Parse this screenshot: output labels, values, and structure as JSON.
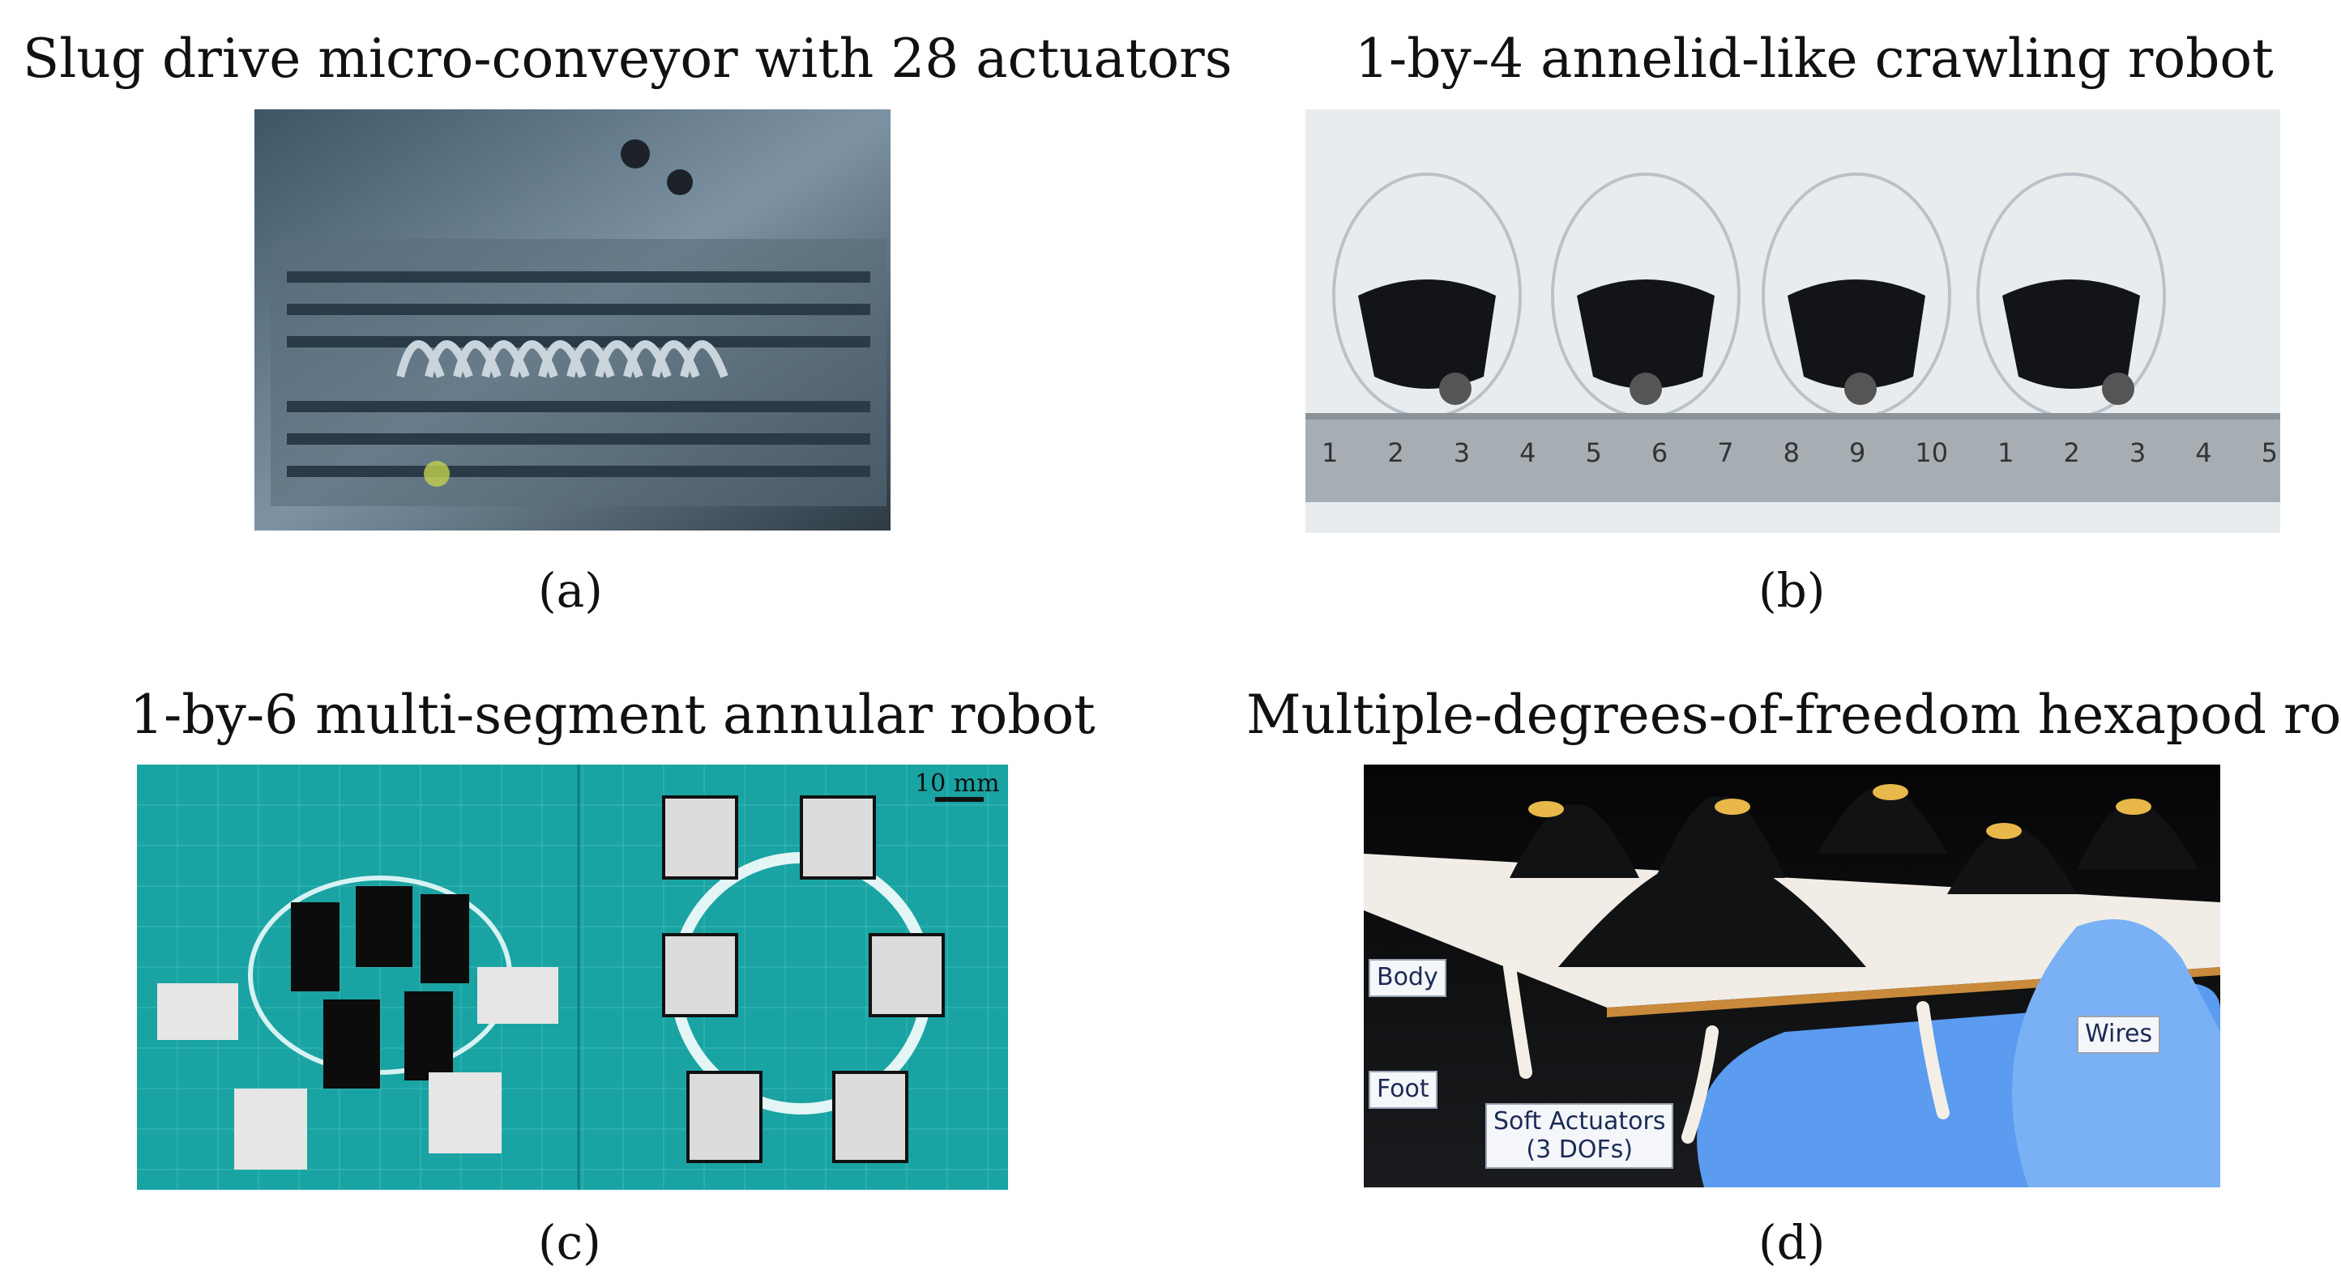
{
  "panels": {
    "a": {
      "title": "Slug drive micro-conveyor with 28 actuators",
      "caption": "(a)",
      "photo_icon": "microconveyor-photo"
    },
    "b": {
      "title": "1-by-4 annelid-like crawling robot",
      "caption": "(b)",
      "photo_icon": "crawling-robot-photo",
      "ruler_numbers": [
        "1",
        "2",
        "3",
        "4",
        "5",
        "6",
        "7",
        "8",
        "9",
        "10",
        "1",
        "2",
        "3",
        "4",
        "5"
      ]
    },
    "c": {
      "title": "1-by-6 multi-segment annular robot",
      "caption": "(c)",
      "photo_icon": "annular-robot-photo",
      "scale_label": "10 mm"
    },
    "d": {
      "title": "Multiple-degrees-of-freedom hexapod robot",
      "caption": "(d)",
      "photo_icon": "hexapod-robot-photo",
      "labels": {
        "body": "Body",
        "foot": "Foot",
        "actuators_line1": "Soft Actuators",
        "actuators_line2": "(3 DOFs)",
        "wires": "Wires"
      }
    }
  },
  "colors": {
    "board_teal": "#1aa3a3",
    "glove_blue": "#5b9bf0",
    "hexapod_dark": "#111214",
    "gold": "#e8b84a"
  }
}
